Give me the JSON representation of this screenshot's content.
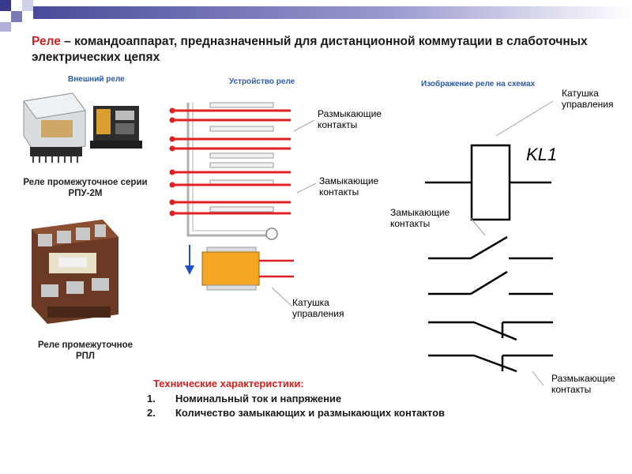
{
  "title": {
    "term": "Реле",
    "rest": " – командоаппарат, предназначенный для дистанционной коммутации в слаботочных электрических цепях"
  },
  "captions": {
    "external": "Внешний реле",
    "device": "Устройство реле",
    "schematic": "Изображение реле на схемах"
  },
  "photos": {
    "rpu_label_line1": "Реле промежуточное серии",
    "rpu_label_line2": "РПУ-2М",
    "rpl_label_line1": "Реле промежуточное",
    "rpl_label_line2": "РПЛ"
  },
  "device": {
    "break_contacts_line1": "Размыкающие",
    "break_contacts_line2": "контакты",
    "make_contacts_line1": "Замыкающие",
    "make_contacts_line2": "контакты",
    "coil_line1": "Катушка",
    "coil_line2": "управления"
  },
  "schematic": {
    "coil_line1": "Катушка",
    "coil_line2": "управления",
    "designation": "KL1",
    "make_line1": "Замыкающие",
    "make_line2": "контакты",
    "break_line1": "Размыкающие",
    "break_line2": "контакты"
  },
  "specs": {
    "title": "Технические характеристики:",
    "items": [
      {
        "num": "1.",
        "text": "Номинальный ток и напряжение"
      },
      {
        "num": "2.",
        "text": "Количество замыкающих и размыкающих контактов"
      }
    ]
  },
  "colors": {
    "accent_red": "#d42020",
    "caption_blue": "#2c5aa0",
    "header_grad_start": "#4a4a9a",
    "coil_orange": "#f5a623"
  }
}
